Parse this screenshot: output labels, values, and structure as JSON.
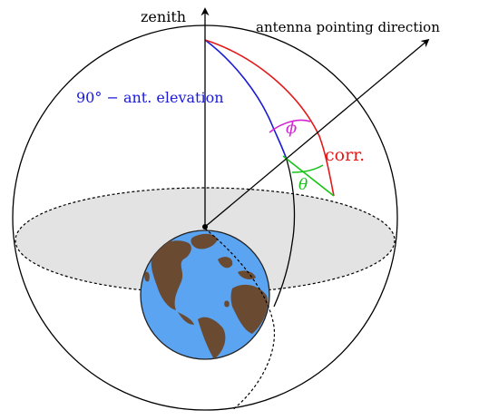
{
  "labels": {
    "zenith": "zenith",
    "antenna_direction": "antenna pointing direction",
    "complement_elevation": "90° − ant. elevation",
    "phi": "ϕ",
    "theta": "θ",
    "corr": "corr."
  },
  "colors": {
    "outline": "#000000",
    "horizon_fill": "#e3e3e3",
    "ocean": "#5ba4f2",
    "land": "#6b4a32",
    "elevation_arc": "#1a1ad6",
    "corr_arc": "#e31a1a",
    "phi_arc": "#d426d4",
    "theta_arc": "#16c416"
  },
  "icons": {
    "earth": "earth-globe-icon"
  }
}
